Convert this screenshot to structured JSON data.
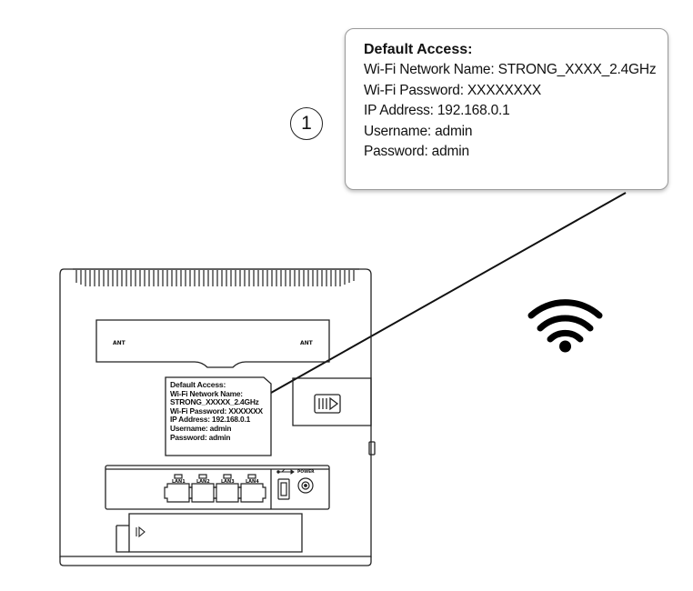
{
  "callout": {
    "title": "Default Access:",
    "lines": [
      "Wi-Fi Network Name: STRONG_XXXX_2.4GHz",
      "Wi-Fi Password: XXXXXXXX",
      "IP Address: 192.168.0.1",
      "Username: admin",
      "Password: admin"
    ]
  },
  "step_number": "1",
  "device_label": {
    "title": "Default Access:",
    "lines": [
      "Wi-Fi Network Name:",
      "STRONG_XXXXX_2.4GHz",
      "Wi-Fi Password: XXXXXXX",
      "IP Address: 192.168.0.1",
      "Username: admin",
      "Password: admin"
    ]
  },
  "antenna_labels": {
    "left": "ANT",
    "right": "ANT"
  },
  "port_labels": [
    "LAN1",
    "LAN2",
    "LAN3",
    "LAN4"
  ],
  "power_label": "POWER",
  "icons": [
    "wifi-icon",
    "usb-icon",
    "sim-slot-icon"
  ]
}
